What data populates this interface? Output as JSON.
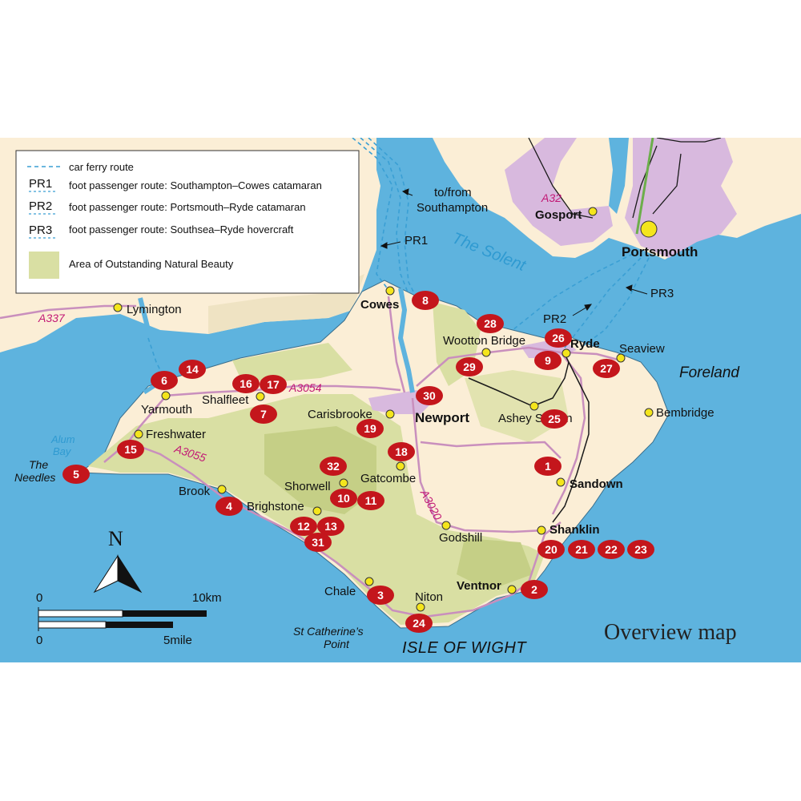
{
  "legend": {
    "items": [
      {
        "key": "",
        "text": "car ferry route"
      },
      {
        "key": "PR1",
        "text": "foot passenger route: Southampton–Cowes catamaran"
      },
      {
        "key": "PR2",
        "text": "foot passenger route: Portsmouth–Ryde catamaran"
      },
      {
        "key": "PR3",
        "text": "foot passenger route: Southsea–Ryde hovercraft"
      },
      {
        "key": "",
        "text": "Area of Outstanding Natural Beauty"
      }
    ]
  },
  "places": {
    "cowes": "Cowes",
    "newport": "Newport",
    "ryde": "Ryde",
    "sandown": "Sandown",
    "shanklin": "Shanklin",
    "ventnor": "Ventnor",
    "yarmouth": "Yarmouth",
    "freshwater": "Freshwater",
    "lymington": "Lymington",
    "gosport": "Gosport",
    "portsmouth": "Portsmouth",
    "seaview": "Seaview",
    "bembridge": "Bembridge",
    "wootton": "Wootton Bridge",
    "ashey": "Ashey Station",
    "carisbrooke": "Carisbrooke",
    "shalfleet": "Shalfleet",
    "shorwell": "Shorwell",
    "gatcombe": "Gatcombe",
    "brook": "Brook",
    "brighstone": "Brighstone",
    "godshill": "Godshill",
    "chale": "Chale",
    "niton": "Niton"
  },
  "features": {
    "solent": "The Solent",
    "alum_bay_1": "Alum",
    "alum_bay_2": "Bay",
    "needles_1": "The",
    "needles_2": "Needles",
    "st_cath_1": "St Catherine’s",
    "st_cath_2": "Point",
    "foreland": "Foreland",
    "island": "ISLE OF WIGHT",
    "southampton_1": "to/from",
    "southampton_2": "Southampton"
  },
  "roads": {
    "a337": "A337",
    "a32": "A32",
    "a3054": "A3054",
    "a3055": "A3055",
    "a3020": "A3020"
  },
  "routes": {
    "pr1": "PR1",
    "pr2": "PR2",
    "pr3": "PR3"
  },
  "scale": {
    "zero_km": "0",
    "max_km": "10km",
    "zero_mi": "0",
    "max_mi": "5mile"
  },
  "compass": {
    "north": "N"
  },
  "title": "Overview map",
  "walks": [
    "1",
    "2",
    "3",
    "4",
    "5",
    "6",
    "7",
    "8",
    "9",
    "10",
    "11",
    "12",
    "13",
    "14",
    "15",
    "16",
    "17",
    "18",
    "19",
    "20",
    "21",
    "22",
    "23",
    "24",
    "25",
    "26",
    "27",
    "28",
    "29",
    "30",
    "31",
    "32"
  ],
  "colors": {
    "sea": "#5eb3de",
    "land": "#fbeed6",
    "aonb": "#d9dfa3",
    "aonb_dark": "#c5cf86",
    "urban": "#d8b9de",
    "road": "#c98fbd",
    "walk_marker": "#c4161c",
    "town_marker": "#f4e51c",
    "ferry": "#3a9fd4",
    "railway": "#1a1a1a"
  }
}
